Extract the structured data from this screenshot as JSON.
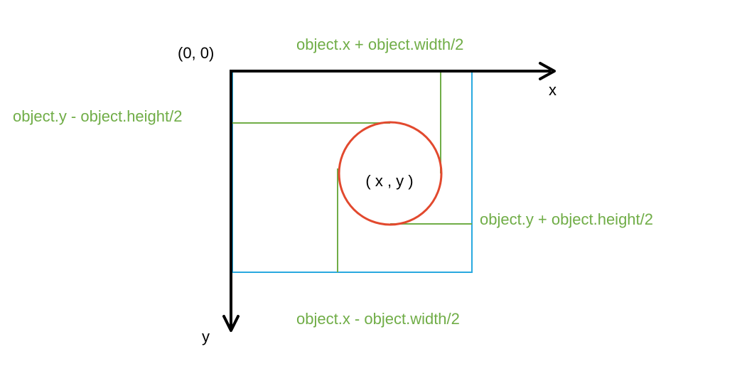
{
  "colors": {
    "axis": "#000000",
    "bounding_box": "#29A9E0",
    "guide_lines": "#70AD47",
    "circle": "#E2492E",
    "green_text": "#70AD47"
  },
  "labels": {
    "origin": "(0, 0)",
    "x_axis": "x",
    "y_axis": "y",
    "center": "( x , y )",
    "right_edge": "object.x + object.width/2",
    "top_edge": "object.y - object.height/2",
    "bottom_edge": "object.y + object.height/2",
    "left_edge": "object.x - object.width/2"
  }
}
